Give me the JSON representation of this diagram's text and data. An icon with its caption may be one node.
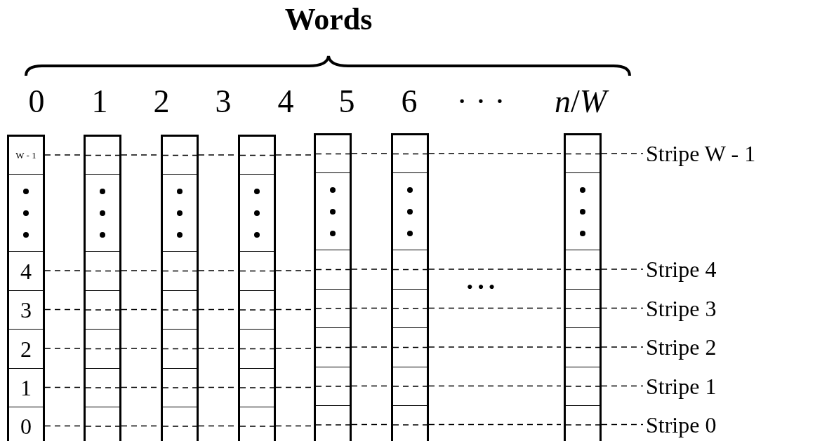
{
  "diagram": {
    "title": "Words",
    "nodes": [
      {
        "text": [],
        "shape": "box"
      },
      {
        "text": [
          "W - 1"
        ],
        "in": 0
      },
      {
        "text": [],
        "shape": "box",
        "in": 0
      },
      {
        "text": [
          "4"
        ],
        "in": 0
      },
      {
        "text": [
          "3"
        ],
        "in": 0
      },
      {
        "text": [
          "2"
        ],
        "in": 0
      },
      {
        "text": [
          "1"
        ],
        "in": 0
      },
      {
        "text": [
          "0"
        ],
        "in": 0
      },
      {
        "text": [],
        "shape": "box"
      },
      {
        "text": [],
        "shape": "box",
        "in": 8
      },
      {
        "text": [],
        "shape": "box",
        "in": 8
      },
      {
        "text": [],
        "shape": "box",
        "in": 8
      },
      {
        "text": [],
        "shape": "box",
        "in": 8
      },
      {
        "text": [],
        "shape": "box",
        "in": 8
      },
      {
        "text": [],
        "shape": "box",
        "in": 8
      },
      {
        "text": [],
        "shape": "box",
        "in": 8
      },
      {
        "text": [],
        "shape": "box"
      },
      {
        "text": [],
        "shape": "box",
        "in": 16
      },
      {
        "text": [],
        "shape": "box",
        "in": 16
      },
      {
        "text": [],
        "shape": "box",
        "in": 16
      },
      {
        "text": [],
        "shape": "box",
        "in": 16
      },
      {
        "text": [],
        "shape": "box",
        "in": 16
      },
      {
        "text": [],
        "shape": "box",
        "in": 16
      },
      {
        "text": [],
        "shape": "box",
        "in": 16
      },
      {
        "text": [],
        "shape": "box"
      },
      {
        "text": [],
        "shape": "box",
        "in": 24
      },
      {
        "text": [],
        "shape": "box",
        "in": 24
      },
      {
        "text": [],
        "shape": "box",
        "in": 24
      },
      {
        "text": [],
        "shape": "box",
        "in": 24
      },
      {
        "text": [],
        "shape": "box",
        "in": 24
      },
      {
        "text": [],
        "shape": "box",
        "in": 24
      },
      {
        "text": [],
        "shape": "box",
        "in": 24
      },
      {
        "text": [],
        "shape": "box"
      },
      {
        "text": [],
        "shape": "box",
        "in": 32
      },
      {
        "text": [],
        "shape": "box",
        "in": 32
      },
      {
        "text": [],
        "shape": "box",
        "in": 32
      },
      {
        "text": [],
        "shape": "box",
        "in": 32
      },
      {
        "text": [],
        "shape": "box",
        "in": 32
      },
      {
        "text": [],
        "shape": "box",
        "in": 32
      },
      {
        "text": [],
        "shape": "box",
        "in": 32
      },
      {
        "text": [],
        "shape": "box"
      },
      {
        "text": [],
        "shape": "box",
        "in": 40
      },
      {
        "text": [],
        "shape": "box",
        "in": 40
      },
      {
        "text": [],
        "shape": "box",
        "in": 40
      },
      {
        "text": [],
        "shape": "box",
        "in": 40
      },
      {
        "text": [],
        "shape": "box",
        "in": 40
      },
      {
        "text": [],
        "shape": "box",
        "in": 40
      },
      {
        "text": [],
        "shape": "box",
        "in": 40
      },
      {
        "text": [],
        "shape": "box"
      },
      {
        "text": [],
        "shape": "box",
        "in": 48
      },
      {
        "text": [],
        "shape": "box",
        "in": 48
      },
      {
        "text": [],
        "shape": "box",
        "in": 48
      },
      {
        "text": [],
        "shape": "box",
        "in": 48
      },
      {
        "text": [],
        "shape": "box",
        "in": 48
      },
      {
        "text": [],
        "shape": "box",
        "in": 48
      },
      {
        "text": [],
        "shape": "box",
        "in": 48
      },
      {
        "text": [
          "Stripe W - 1"
        ]
      },
      {
        "text": [
          "Stripe 4"
        ]
      },
      {
        "text": [
          "Stripe 3"
        ]
      },
      {
        "text": [
          "Stripe 2"
        ]
      },
      {
        "text": [
          "Stripe 1"
        ]
      },
      {
        "text": [
          "Stripe 0"
        ]
      }
    ],
    "edges": [
      {
        "from": 1,
        "to": 9,
        "arrow": "none",
        "style": "dashed"
      },
      {
        "from": 9,
        "to": 17,
        "arrow": "none",
        "style": "dashed"
      },
      {
        "from": 17,
        "to": 25,
        "arrow": "none",
        "style": "dashed"
      },
      {
        "from": 25,
        "to": 33,
        "arrow": "none",
        "style": "dashed"
      },
      {
        "from": 33,
        "to": 41,
        "arrow": "none",
        "style": "dashed"
      },
      {
        "from": 41,
        "to": 49,
        "arrow": "none",
        "style": "dashed"
      },
      {
        "from": 49,
        "to": 56,
        "arrow": "none",
        "style": "dashed"
      },
      {
        "from": 3,
        "to": 11,
        "arrow": "none",
        "style": "dashed"
      },
      {
        "from": 11,
        "to": 19,
        "arrow": "none",
        "style": "dashed"
      },
      {
        "from": 19,
        "to": 27,
        "arrow": "none",
        "style": "dashed"
      },
      {
        "from": 27,
        "to": 35,
        "arrow": "none",
        "style": "dashed"
      },
      {
        "from": 35,
        "to": 43,
        "arrow": "none",
        "style": "dashed"
      },
      {
        "from": 43,
        "to": 51,
        "arrow": "none",
        "style": "dashed"
      },
      {
        "from": 51,
        "to": 57,
        "arrow": "none",
        "style": "dashed"
      },
      {
        "from": 4,
        "to": 12,
        "arrow": "none",
        "style": "dashed"
      },
      {
        "from": 12,
        "to": 20,
        "arrow": "none",
        "style": "dashed"
      },
      {
        "from": 20,
        "to": 28,
        "arrow": "none",
        "style": "dashed"
      },
      {
        "from": 28,
        "to": 36,
        "arrow": "none",
        "style": "dashed"
      },
      {
        "from": 36,
        "to": 44,
        "arrow": "none",
        "style": "dashed"
      },
      {
        "from": 44,
        "to": 52,
        "arrow": "none",
        "style": "dashed"
      },
      {
        "from": 52,
        "to": 58,
        "arrow": "none",
        "style": "dashed"
      },
      {
        "from": 5,
        "to": 13,
        "arrow": "none",
        "style": "dashed"
      },
      {
        "from": 13,
        "to": 21,
        "arrow": "none",
        "style": "dashed"
      },
      {
        "from": 21,
        "to": 29,
        "arrow": "none",
        "style": "dashed"
      },
      {
        "from": 29,
        "to": 37,
        "arrow": "none",
        "style": "dashed"
      },
      {
        "from": 37,
        "to": 45,
        "arrow": "none",
        "style": "dashed"
      },
      {
        "from": 45,
        "to": 53,
        "arrow": "none",
        "style": "dashed"
      },
      {
        "from": 53,
        "to": 59,
        "arrow": "none",
        "style": "dashed"
      },
      {
        "from": 6,
        "to": 14,
        "arrow": "none",
        "style": "dashed"
      },
      {
        "from": 14,
        "to": 22,
        "arrow": "none",
        "style": "dashed"
      },
      {
        "from": 22,
        "to": 30,
        "arrow": "none",
        "style": "dashed"
      },
      {
        "from": 30,
        "to": 38,
        "arrow": "none",
        "style": "dashed"
      },
      {
        "from": 38,
        "to": 46,
        "arrow": "none",
        "style": "dashed"
      },
      {
        "from": 46,
        "to": 54,
        "arrow": "none",
        "style": "dashed"
      },
      {
        "from": 54,
        "to": 60,
        "arrow": "none",
        "style": "dashed"
      },
      {
        "from": 7,
        "to": 15,
        "arrow": "none",
        "style": "dashed"
      },
      {
        "from": 15,
        "to": 23,
        "arrow": "none",
        "style": "dashed"
      },
      {
        "from": 23,
        "to": 31,
        "arrow": "none",
        "style": "dashed"
      },
      {
        "from": 31,
        "to": 39,
        "arrow": "none",
        "style": "dashed"
      },
      {
        "from": 39,
        "to": 47,
        "arrow": "none",
        "style": "dashed"
      },
      {
        "from": 47,
        "to": 55,
        "arrow": "none",
        "style": "dashed"
      },
      {
        "from": 55,
        "to": 61,
        "arrow": "none",
        "style": "dashed"
      }
    ],
    "labels": [
      "0",
      "1",
      "2",
      "3",
      "4",
      "5",
      "6",
      "· · ·",
      "*n*/*W*",
      "• • •"
    ]
  }
}
